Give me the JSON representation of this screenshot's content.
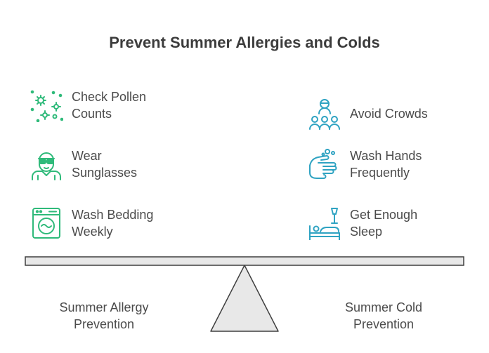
{
  "title": "Prevent Summer Allergies and Colds",
  "left": {
    "items": [
      {
        "icon": "pollen-icon",
        "lines": [
          "Check Pollen",
          "Counts"
        ]
      },
      {
        "icon": "sunglasses-person-icon",
        "lines": [
          "Wear",
          "Sunglasses"
        ]
      },
      {
        "icon": "washing-machine-icon",
        "lines": [
          "Wash Bedding",
          "Weekly"
        ]
      }
    ],
    "caption": [
      "Summer Allergy",
      "Prevention"
    ],
    "color": "#2fba7a"
  },
  "right": {
    "items": [
      {
        "icon": "crowd-icon",
        "lines": [
          "Avoid Crowds"
        ]
      },
      {
        "icon": "wash-hands-icon",
        "lines": [
          "Wash Hands",
          "Frequently"
        ]
      },
      {
        "icon": "sleep-bed-icon",
        "lines": [
          "Get Enough",
          "Sleep"
        ]
      }
    ],
    "caption": [
      "Summer Cold",
      "Prevention"
    ],
    "color": "#2fa3c2"
  },
  "colors": {
    "beam_fill": "#e8e8e8",
    "beam_stroke": "#3f3f3f"
  }
}
